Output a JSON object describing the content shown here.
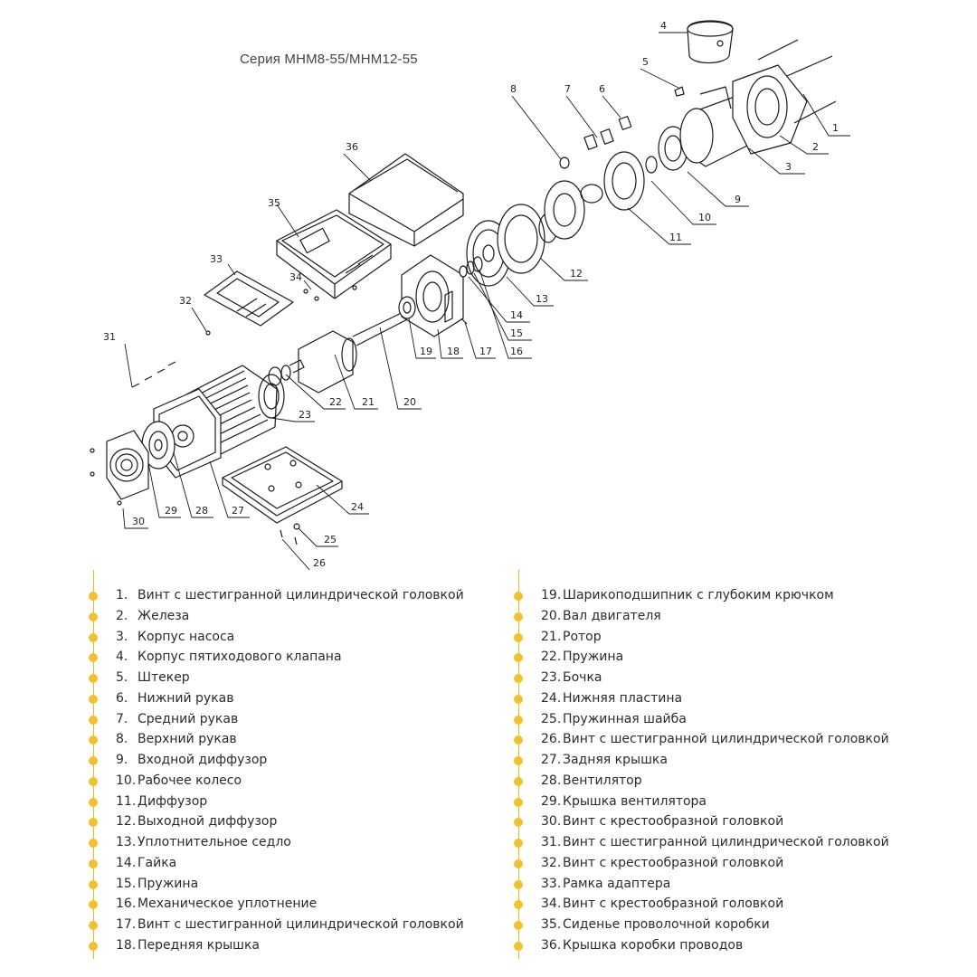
{
  "title": "Серия MHM8-55/MHM12-55",
  "legend": {
    "column1": [
      {
        "num": "1.",
        "text": "Винт с шестигранной цилиндрической головкой"
      },
      {
        "num": "2.",
        "text": "Железа"
      },
      {
        "num": "3.",
        "text": "Корпус насоса"
      },
      {
        "num": "4.",
        "text": "Корпус пятиходового клапана"
      },
      {
        "num": "5.",
        "text": "Штекер"
      },
      {
        "num": "6.",
        "text": "Нижний рукав"
      },
      {
        "num": "7.",
        "text": "Средний рукав"
      },
      {
        "num": "8.",
        "text": "Верхний рукав"
      },
      {
        "num": "9.",
        "text": "Входной диффузор"
      },
      {
        "num": "10.",
        "text": "Рабочее колесо"
      },
      {
        "num": "11.",
        "text": "Диффузор"
      },
      {
        "num": "12.",
        "text": "Выходной диффузор"
      },
      {
        "num": "13.",
        "text": "Уплотнительное седло"
      },
      {
        "num": "14.",
        "text": "Гайка"
      },
      {
        "num": "15.",
        "text": "Пружина"
      },
      {
        "num": "16.",
        "text": "Механическое уплотнение"
      },
      {
        "num": "17.",
        "text": "Винт с шестигранной цилиндрической головкой"
      },
      {
        "num": "18.",
        "text": "Передняя крышка"
      }
    ],
    "column2": [
      {
        "num": "19.",
        "text": "Шарикоподшипник с глубоким крючком"
      },
      {
        "num": "20.",
        "text": "Вал двигателя"
      },
      {
        "num": "21.",
        "text": "Ротор"
      },
      {
        "num": "22.",
        "text": "Пружина"
      },
      {
        "num": "23.",
        "text": "Бочка"
      },
      {
        "num": "24.",
        "text": "Нижняя пластина"
      },
      {
        "num": "25.",
        "text": "Пружинная шайба"
      },
      {
        "num": "26.",
        "text": "Винт с шестигранной цилиндрической головкой"
      },
      {
        "num": "27.",
        "text": "Задняя крышка"
      },
      {
        "num": "28.",
        "text": "Вентилятор"
      },
      {
        "num": "29.",
        "text": "Крышка вентилятора"
      },
      {
        "num": "30.",
        "text": "Винт с крестообразной головкой"
      },
      {
        "num": "31.",
        "text": "Винт с шестигранной цилиндрической головкой"
      },
      {
        "num": "32.",
        "text": "Винт с крестообразной головкой"
      },
      {
        "num": "33.",
        "text": "Рамка адаптера"
      },
      {
        "num": "34.",
        "text": "Винт с крестообразной головкой"
      },
      {
        "num": "35.",
        "text": "Сиденье проволочной коробки"
      },
      {
        "num": "36.",
        "text": "Крышка коробки проводов"
      }
    ]
  },
  "callouts": [
    "1",
    "2",
    "3",
    "4",
    "5",
    "6",
    "7",
    "8",
    "9",
    "10",
    "11",
    "12",
    "13",
    "14",
    "15",
    "16",
    "17",
    "18",
    "19",
    "20",
    "21",
    "22",
    "23",
    "24",
    "25",
    "26",
    "27",
    "28",
    "29",
    "30",
    "31",
    "32",
    "33",
    "34",
    "35",
    "36"
  ],
  "colors": {
    "accent": "#f2c12e",
    "line": "#1a1a1a"
  }
}
